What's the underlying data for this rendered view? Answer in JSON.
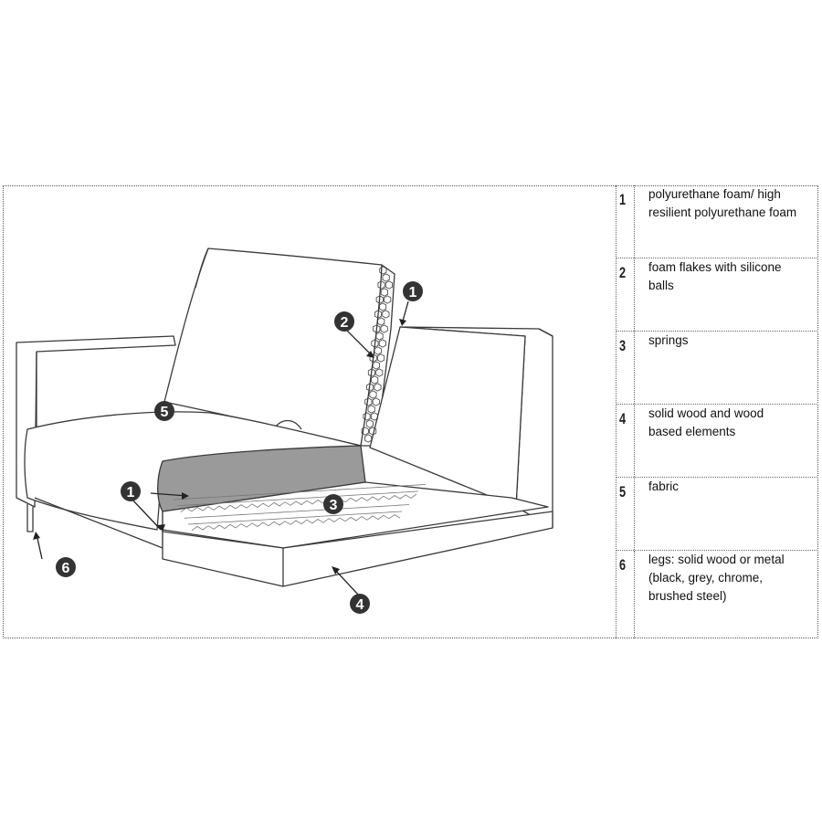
{
  "legend": [
    {
      "number": "1",
      "text": "polyurethane foam/ high\nresilient polyurethane foam"
    },
    {
      "number": "2",
      "text": "foam flakes with silicone\nballs"
    },
    {
      "number": "3",
      "text": "springs"
    },
    {
      "number": "4",
      "text": " solid wood and wood\nbased elements"
    },
    {
      "number": "5",
      "text": "fabric"
    },
    {
      "number": "6",
      "text": "legs:  solid wood or metal\n(black, grey, chrome,\nbrushed steel)"
    }
  ],
  "callouts": {
    "c1_back": "1",
    "c2": "2",
    "c5": "5",
    "c1_seat": "1",
    "c3": "3",
    "c6": "6",
    "c4": "4"
  },
  "colors": {
    "line": "#3a3a3a",
    "seat_foam": "#9a9a9a",
    "callout_fill": "#333333"
  }
}
